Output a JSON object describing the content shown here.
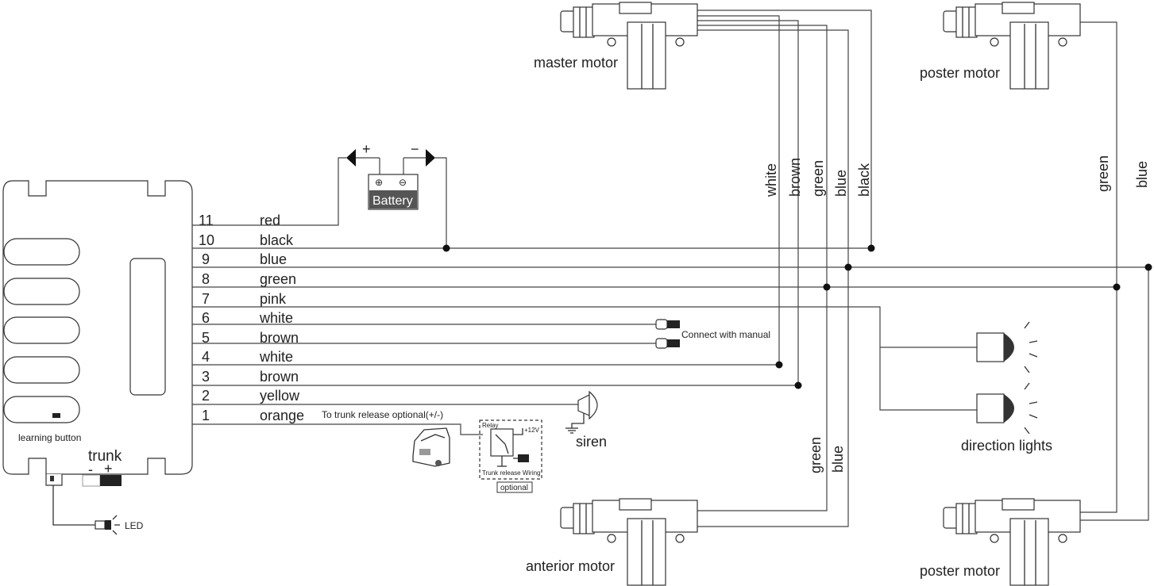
{
  "pins": [
    {
      "num": "11",
      "color": "red"
    },
    {
      "num": "10",
      "color": "black"
    },
    {
      "num": "9",
      "color": "blue"
    },
    {
      "num": "8",
      "color": "green"
    },
    {
      "num": "7",
      "color": "pink"
    },
    {
      "num": "6",
      "color": "white"
    },
    {
      "num": "5",
      "color": "brown"
    },
    {
      "num": "4",
      "color": "white"
    },
    {
      "num": "3",
      "color": "brown"
    },
    {
      "num": "2",
      "color": "yellow"
    },
    {
      "num": "1",
      "color": "orange"
    }
  ],
  "battery": {
    "label": "Battery",
    "plus": "+",
    "minus": "−",
    "pos_term": "⊕",
    "neg_term": "⊖"
  },
  "unit": {
    "learning_button": "learning button",
    "trunk": "trunk",
    "trunk_minus": "-",
    "trunk_plus": "+",
    "led": "LED"
  },
  "motors": {
    "master": "master motor",
    "poster_top": "poster motor",
    "anterior": "anterior motor",
    "poster_bottom": "poster motor"
  },
  "vertical_labels": {
    "top_left": [
      "white",
      "brown",
      "green",
      "blue",
      "black"
    ],
    "top_right": [
      "green",
      "blue"
    ],
    "bottom": [
      "green",
      "blue"
    ]
  },
  "connect_manual": "Connect with manual",
  "siren": "siren",
  "direction_lights": "direction lights",
  "trunk_release": {
    "note": "To trunk release optional(+/-)",
    "relay": "Relay",
    "voltage": "+12V",
    "wiring": "Trunk release Wiring",
    "optional": "optional"
  }
}
